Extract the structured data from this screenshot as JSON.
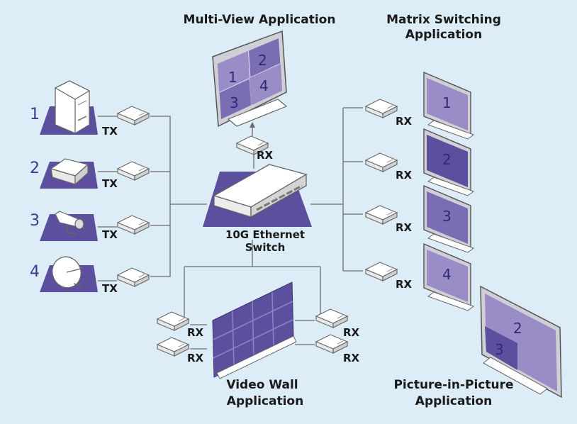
{
  "labels": {
    "multiview_title": "Multi-View Application",
    "matrix_title_line1": "Matrix Switching",
    "matrix_title_line2": "Application",
    "switch_line1": "10G Ethernet",
    "switch_line2": "Switch",
    "videowall_line1": "Video Wall",
    "videowall_line2": "Application",
    "pip_line1": "Picture-in-Picture",
    "pip_line2": "Application",
    "tx": "TX",
    "rx": "RX"
  },
  "sources": [
    {
      "number": "1",
      "device": "pc-tower"
    },
    {
      "number": "2",
      "device": "set-top-box"
    },
    {
      "number": "3",
      "device": "camera"
    },
    {
      "number": "4",
      "device": "satellite-dish"
    }
  ],
  "multiview_quadrants": [
    "1",
    "2",
    "3",
    "4"
  ],
  "matrix_screens": [
    "1",
    "2",
    "3",
    "4"
  ],
  "pip": {
    "main": "2",
    "inset": "3"
  },
  "colors": {
    "background": "#dcedf7",
    "purple_dark": "#5b4f9e",
    "purple_light": "#9a8cc6",
    "number_blue": "#3e3a8c"
  }
}
